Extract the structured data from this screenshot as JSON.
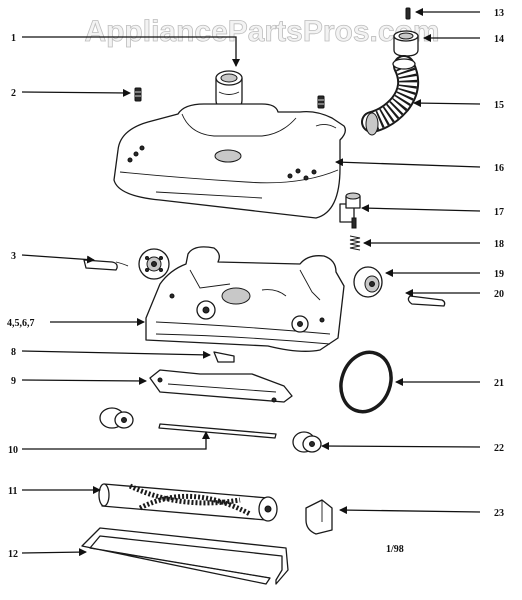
{
  "watermark": "AppliancePartsPros.com",
  "date_code": "1/98",
  "callouts": {
    "c1": "1",
    "c2": "2",
    "c3": "3",
    "c4": "4,5,6,7",
    "c8": "8",
    "c9": "9",
    "c10": "10",
    "c11": "11",
    "c12": "12",
    "c13": "13",
    "c14": "14",
    "c15": "15",
    "c16": "16",
    "c17": "17",
    "c18": "18",
    "c19": "19",
    "c20": "20",
    "c21": "21",
    "c22": "22",
    "c23": "23"
  }
}
